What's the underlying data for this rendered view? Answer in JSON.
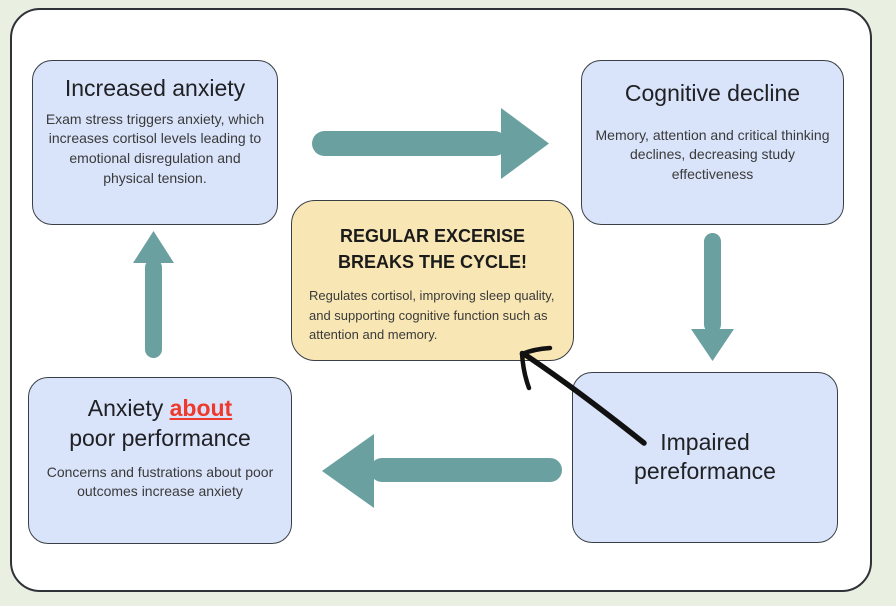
{
  "colors": {
    "bg": "#e9f0e2",
    "panel_bg": "#ffffff",
    "panel_border": "#2f3237",
    "box_blue": "#d9e4fa",
    "box_border": "#3a3f45",
    "box_yellow": "#f8e7b5",
    "arrow_teal": "#6ba0a1",
    "text_dark": "#202124",
    "body_text": "#3a3a3a",
    "highlight_red": "#ee3a2c",
    "ink_black": "#111111"
  },
  "boxes": {
    "increased_anxiety": {
      "title": "Increased anxiety",
      "body": "Exam stress triggers anxiety, which increases cortisol levels leading to emotional disregulation and physical tension."
    },
    "cognitive_decline": {
      "title": "Cognitive decline",
      "body": "Memory, attention and critical thinking declines, decreasing study effectiveness"
    },
    "exercise": {
      "heading_line1": "REGULAR EXCERISE",
      "heading_line2": "BREAKS THE CYCLE!",
      "body": "Regulates cortisol, improving sleep quality, and supporting cognitive function such as attention and memory."
    },
    "anxiety_about_poor_performance": {
      "title_prefix": "Anxiety ",
      "title_highlight": "about",
      "title_line2": "poor performance",
      "body": "Concerns and fustrations about poor outcomes increase anxiety"
    },
    "impaired_performance": {
      "title_line1": "Impaired",
      "title_line2": "pereformance"
    }
  },
  "arrows": {
    "top": {
      "direction": "right",
      "color": "#6ba0a1"
    },
    "right_side": {
      "direction": "down",
      "color": "#6ba0a1"
    },
    "bottom": {
      "direction": "left",
      "color": "#6ba0a1"
    },
    "left_side": {
      "direction": "up",
      "color": "#6ba0a1"
    },
    "annotation": {
      "style": "hand-drawn",
      "color": "#111111",
      "points_to": "exercise box"
    }
  }
}
